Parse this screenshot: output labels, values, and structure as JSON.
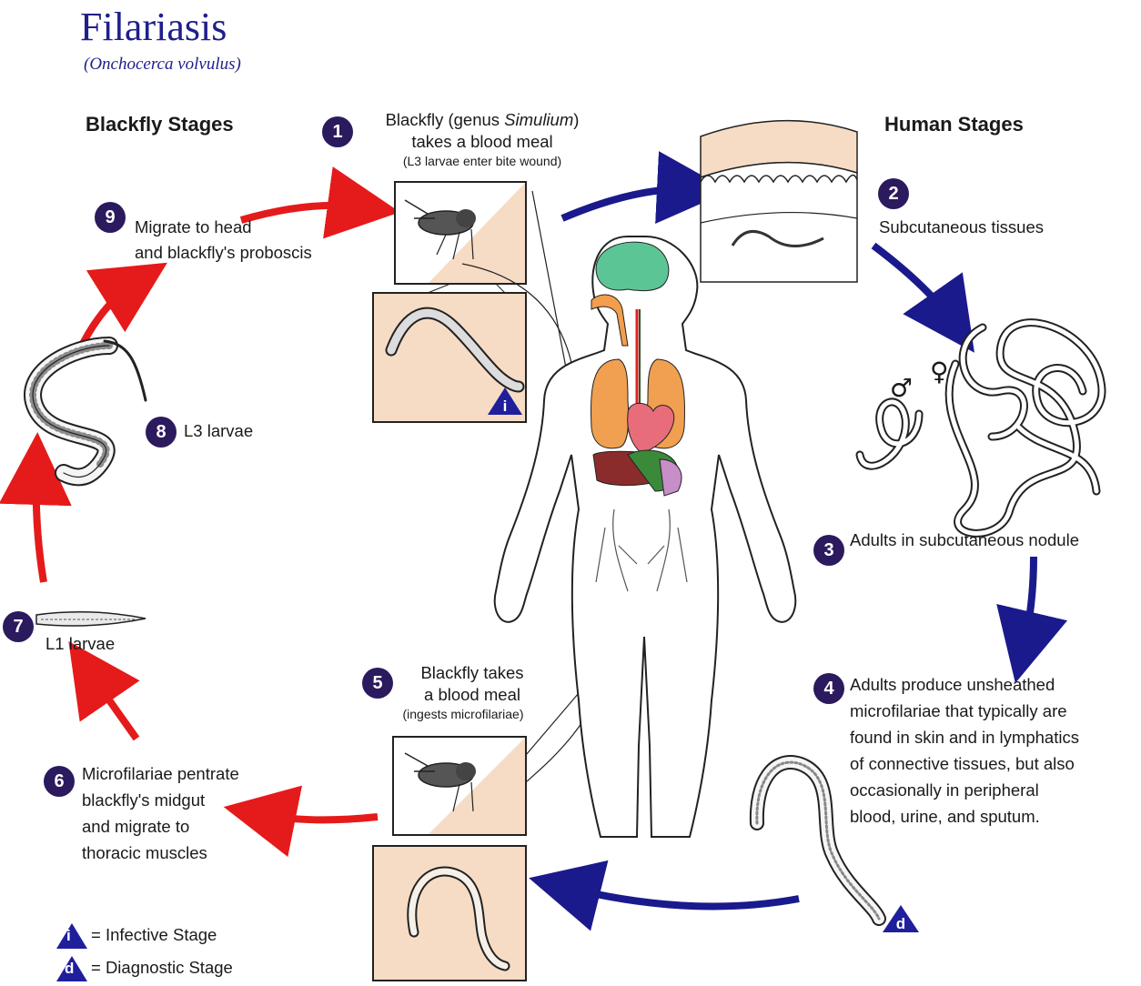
{
  "title": "Filariasis",
  "subtitle": "(Onchocerca volvulus)",
  "headings": {
    "blackfly": "Blackfly Stages",
    "human": "Human Stages"
  },
  "steps": [
    {
      "num": "1",
      "line1a": "Blackfly (genus ",
      "line1b": "Simulium",
      "line1c": ")",
      "line2": "takes a blood meal",
      "note": "(L3 larvae enter bite wound)"
    },
    {
      "num": "2",
      "text": "Subcutaneous tissues"
    },
    {
      "num": "3",
      "text": "Adults in subcutaneous nodule"
    },
    {
      "num": "4",
      "lines": [
        "Adults produce unsheathed",
        "microfilariae that typically are",
        "found in skin and in lymphatics",
        "of connective tissues,  but also",
        "occasionally in peripheral",
        "blood, urine, and sputum."
      ]
    },
    {
      "num": "5",
      "line1": "Blackfly takes",
      "line2": "a blood meal",
      "note": "(ingests microfilariae)"
    },
    {
      "num": "6",
      "lines": [
        "Microfilariae pentrate",
        "blackfly's midgut",
        "and migrate to",
        "thoracic muscles"
      ]
    },
    {
      "num": "7",
      "text": "L1 larvae"
    },
    {
      "num": "8",
      "text": "L3 larvae"
    },
    {
      "num": "9",
      "lines": [
        "Migrate to head",
        "and blackfly's proboscis"
      ]
    }
  ],
  "sex_symbols": {
    "male": "♂",
    "female": "♀"
  },
  "legend": [
    {
      "symbol": "i",
      "text": "= Infective Stage"
    },
    {
      "symbol": "d",
      "text": "= Diagnostic Stage"
    }
  ],
  "colors": {
    "title": "#1f1f8c",
    "badge": "#2b1a5e",
    "arrow_blackfly": "#e51a1a",
    "arrow_human": "#1a1a8c",
    "panel": "#f6dcc5",
    "triangle": "#1f1f9c"
  }
}
